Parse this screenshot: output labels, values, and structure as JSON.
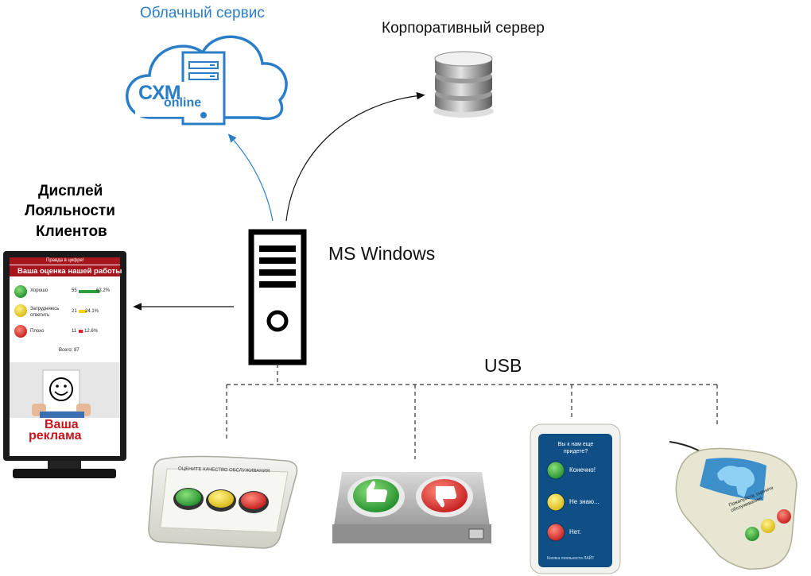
{
  "labels": {
    "cloud_service": "Облачный сервис",
    "corporate_server": "Корпоративный сервер",
    "display_title_line1": "Дисплей",
    "display_title_line2": "Лояльности",
    "display_title_line3": "Клиентов",
    "ms_windows": "MS Windows",
    "usb": "USB"
  },
  "cloud_logo": {
    "line1": "CXM",
    "line2": "online"
  },
  "display_screen": {
    "header_banner": "Правда в цифре!",
    "title": "Ваша оценка нашей работы",
    "rows": [
      {
        "label": "Хорошо",
        "count": "55",
        "percent": "63.2%",
        "share": 63.2,
        "color": "#2e9e3a"
      },
      {
        "label": "Затрудняюсь ответить",
        "count": "21",
        "percent": "24.1%",
        "share": 24.1,
        "color": "#f2d41c"
      },
      {
        "label": "Плохо",
        "count": "11",
        "percent": "12.6%",
        "share": 12.6,
        "color": "#d8262b"
      }
    ],
    "total": "Всего:  87",
    "ad_line1": "Ваша",
    "ad_line2": "реклама"
  },
  "devices": {
    "three_button_box_label": "ОЦЕНИТЕ КАЧЕСТВО ОБСЛУЖИВАНИЯ",
    "vertical_panel": {
      "question": "Вы к нам еще придете?",
      "options": [
        "Конечно!",
        "Не знаю...",
        "Нет."
      ],
      "footer": "Кнопка лояльности ЛАЙТ"
    },
    "elephant_pad_label": "Пожалуйста, оцените обслуживание!"
  },
  "colors": {
    "cloud_blue": "#2a7ec8",
    "arrow_dark": "#111111",
    "good": "#2e9e3a",
    "neutral": "#f2d41c",
    "bad": "#d8262b",
    "display_red": "#a8141c"
  }
}
